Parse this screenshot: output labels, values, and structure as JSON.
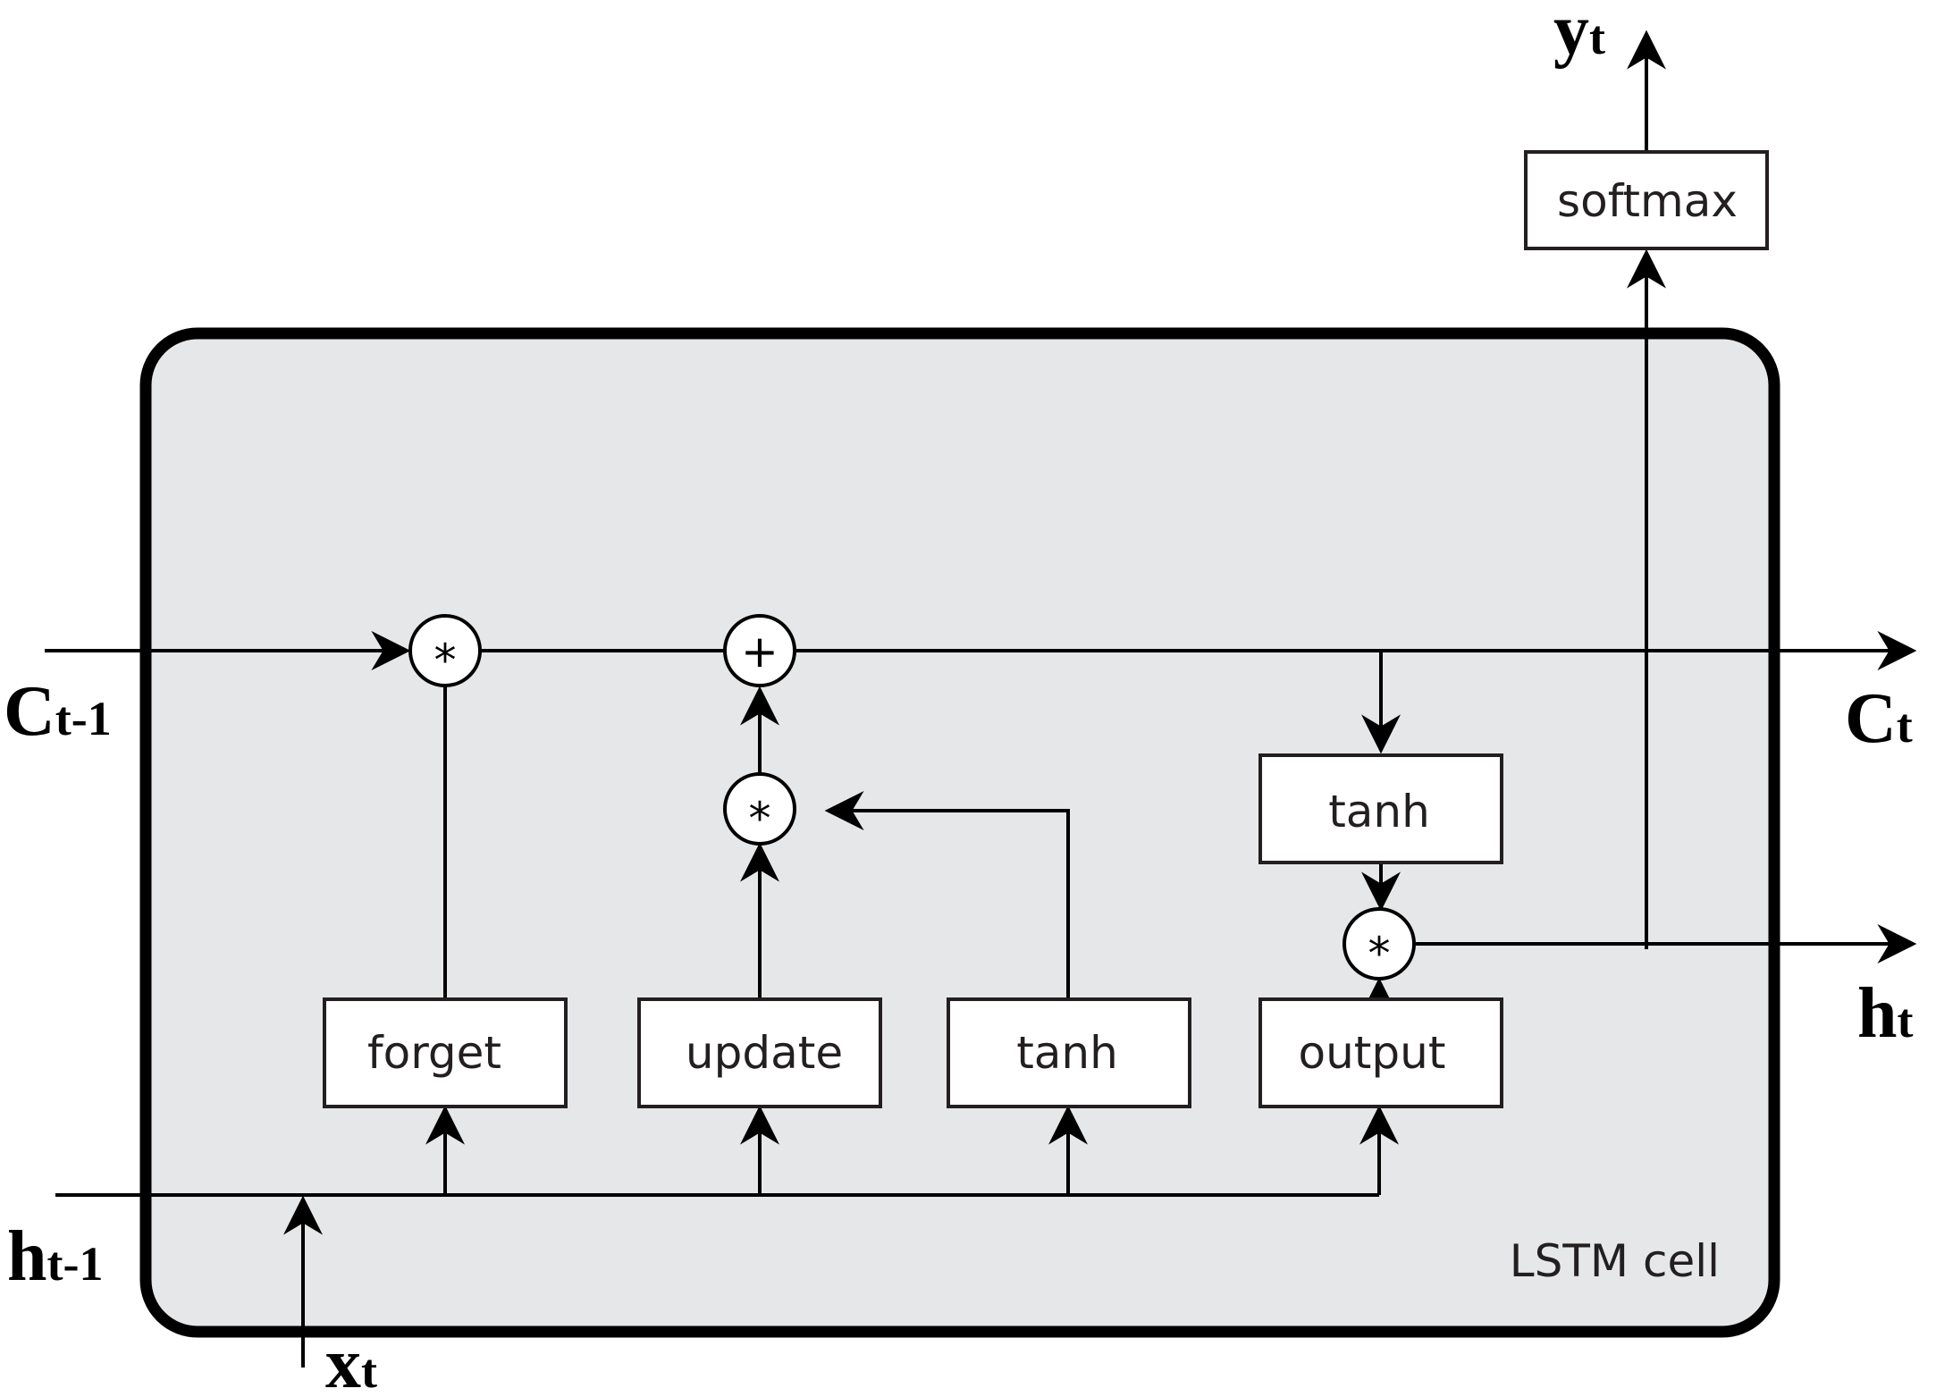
{
  "cell": {
    "label": "LSTM cell"
  },
  "gates": {
    "forget": "forget",
    "update": "update",
    "candidate": "tanh",
    "output": "output",
    "cell_tanh": "tanh",
    "softmax": "softmax"
  },
  "operators": {
    "multiply": "*",
    "add": "+"
  },
  "variables": {
    "c_prev": {
      "main": "C",
      "sub": "t-1"
    },
    "c_next": {
      "main": "C",
      "sub": "t"
    },
    "h_prev": {
      "main": "h",
      "sub": "t-1"
    },
    "h_next": {
      "main": "h",
      "sub": "t"
    },
    "x": {
      "main": "x",
      "sub": "t"
    },
    "y": {
      "main": "y",
      "sub": "t"
    }
  },
  "colors": {
    "cell_fill": "#e6e7e8",
    "stroke": "#000000"
  }
}
